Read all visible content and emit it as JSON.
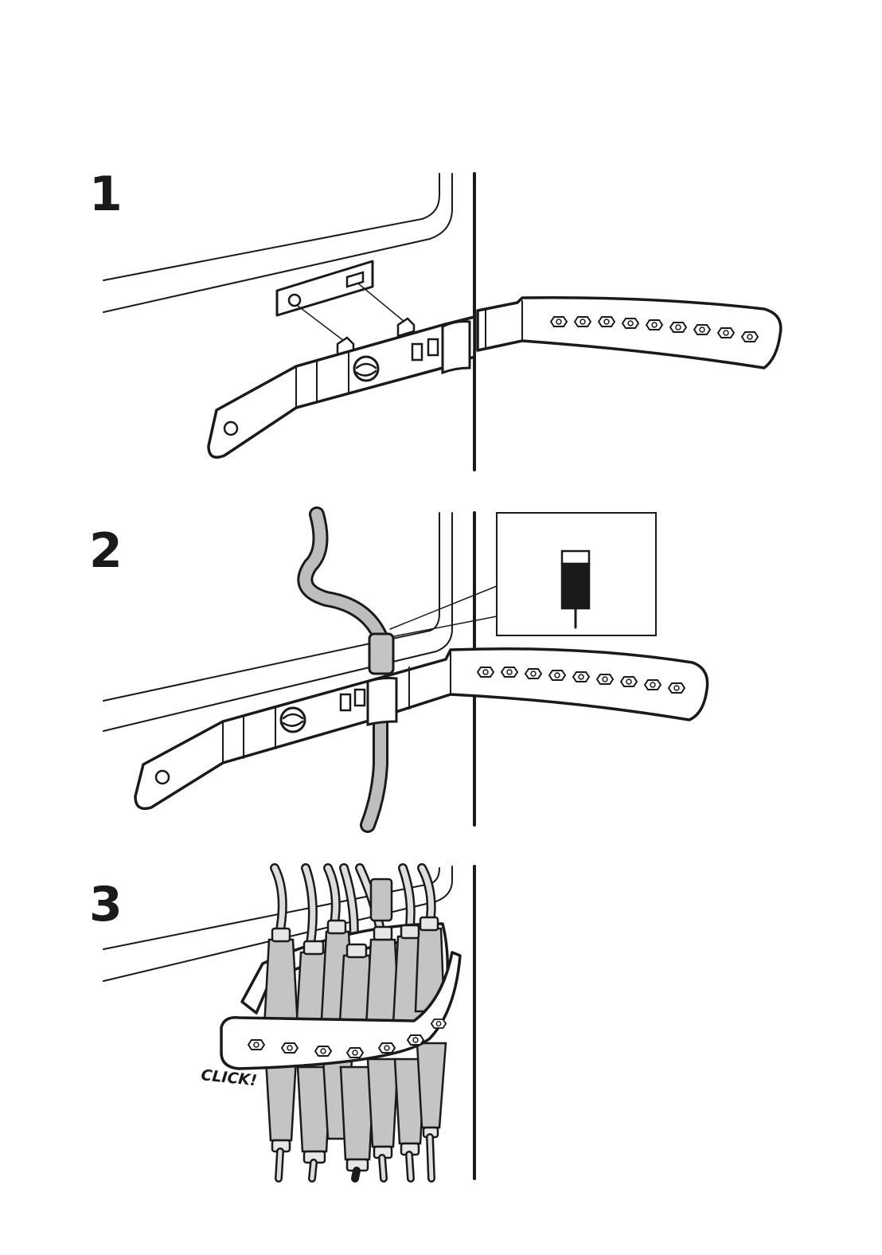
{
  "steps": [
    {
      "number": "1"
    },
    {
      "number": "2"
    },
    {
      "number": "3"
    }
  ],
  "annotations": {
    "click": "CLICK!"
  },
  "colors": {
    "ink": "#1a1a1a",
    "cable_fill": "#bdbdbd",
    "connector_fill": "#c4c4c4",
    "background": "#ffffff"
  },
  "icons": [
    "step-1-illustration",
    "step-2-illustration",
    "step-3-illustration"
  ]
}
